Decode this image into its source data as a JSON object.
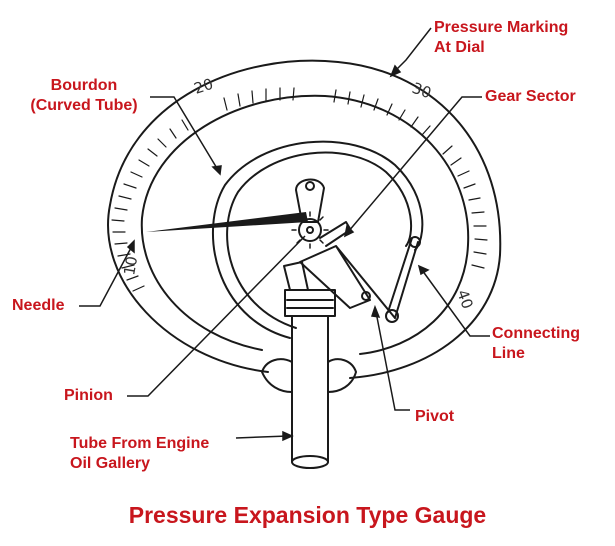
{
  "title": "Pressure Expansion Type Gauge",
  "colors": {
    "label": "#c8161d",
    "drawing": "#1a1a1a"
  },
  "dial": {
    "numbers": [
      "10",
      "20",
      "30",
      "40"
    ]
  },
  "labels": {
    "pressure_marking": [
      "Pressure Marking",
      "At Dial"
    ],
    "bourdon": [
      "Bourdon",
      "(Curved Tube)"
    ],
    "gear_sector": "Gear Sector",
    "needle": "Needle",
    "connecting_line": [
      "Connecting",
      "Line"
    ],
    "pinion": "Pinion",
    "pivot": "Pivot",
    "tube": [
      "Tube From Engine",
      "Oil Gallery"
    ]
  }
}
